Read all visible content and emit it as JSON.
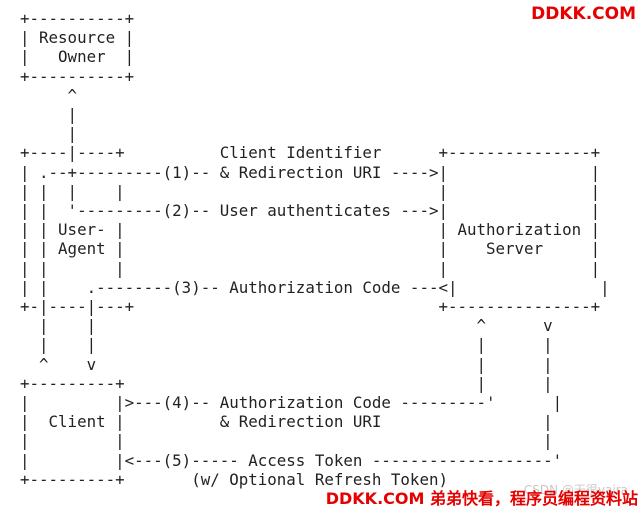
{
  "diagram": {
    "lines": [
      "+----------+",
      "| Resource |",
      "|   Owner  |",
      "+----------+",
      "     ^",
      "     |",
      "     |",
      "+----|----+          Client Identifier      +---------------+",
      "| .--+---------(1)-- & Redirection URI ---->|               |",
      "| |  |    |                                 |               |",
      "| |  '---------(2)-- User authenticates --->|               |",
      "| | User- |                                 | Authorization |",
      "| | Agent |                                 |    Server     |",
      "| |       |                                 |               |",
      "| |    .--------(3)-- Authorization Code ---<|               |",
      "+-|----|---+                                +---------------+",
      "  |    |                                        ^      v",
      "  |    |                                        |      |",
      "  ^    v                                        |      |",
      "+---------+                                     |      |",
      "|         |>---(4)-- Authorization Code ---------'      |",
      "|  Client |          & Redirection URI                 |",
      "|         |                                            |",
      "|         |<---(5)----- Access Token -------------------'",
      "+---------+       (w/ Optional Refresh Token)"
    ]
  },
  "watermarks": {
    "top": "DDKK.COM",
    "bottom": "DDKK.COM 弟弟快看，程序员编程资料站",
    "csdn": "CSDN @天很vajra"
  }
}
